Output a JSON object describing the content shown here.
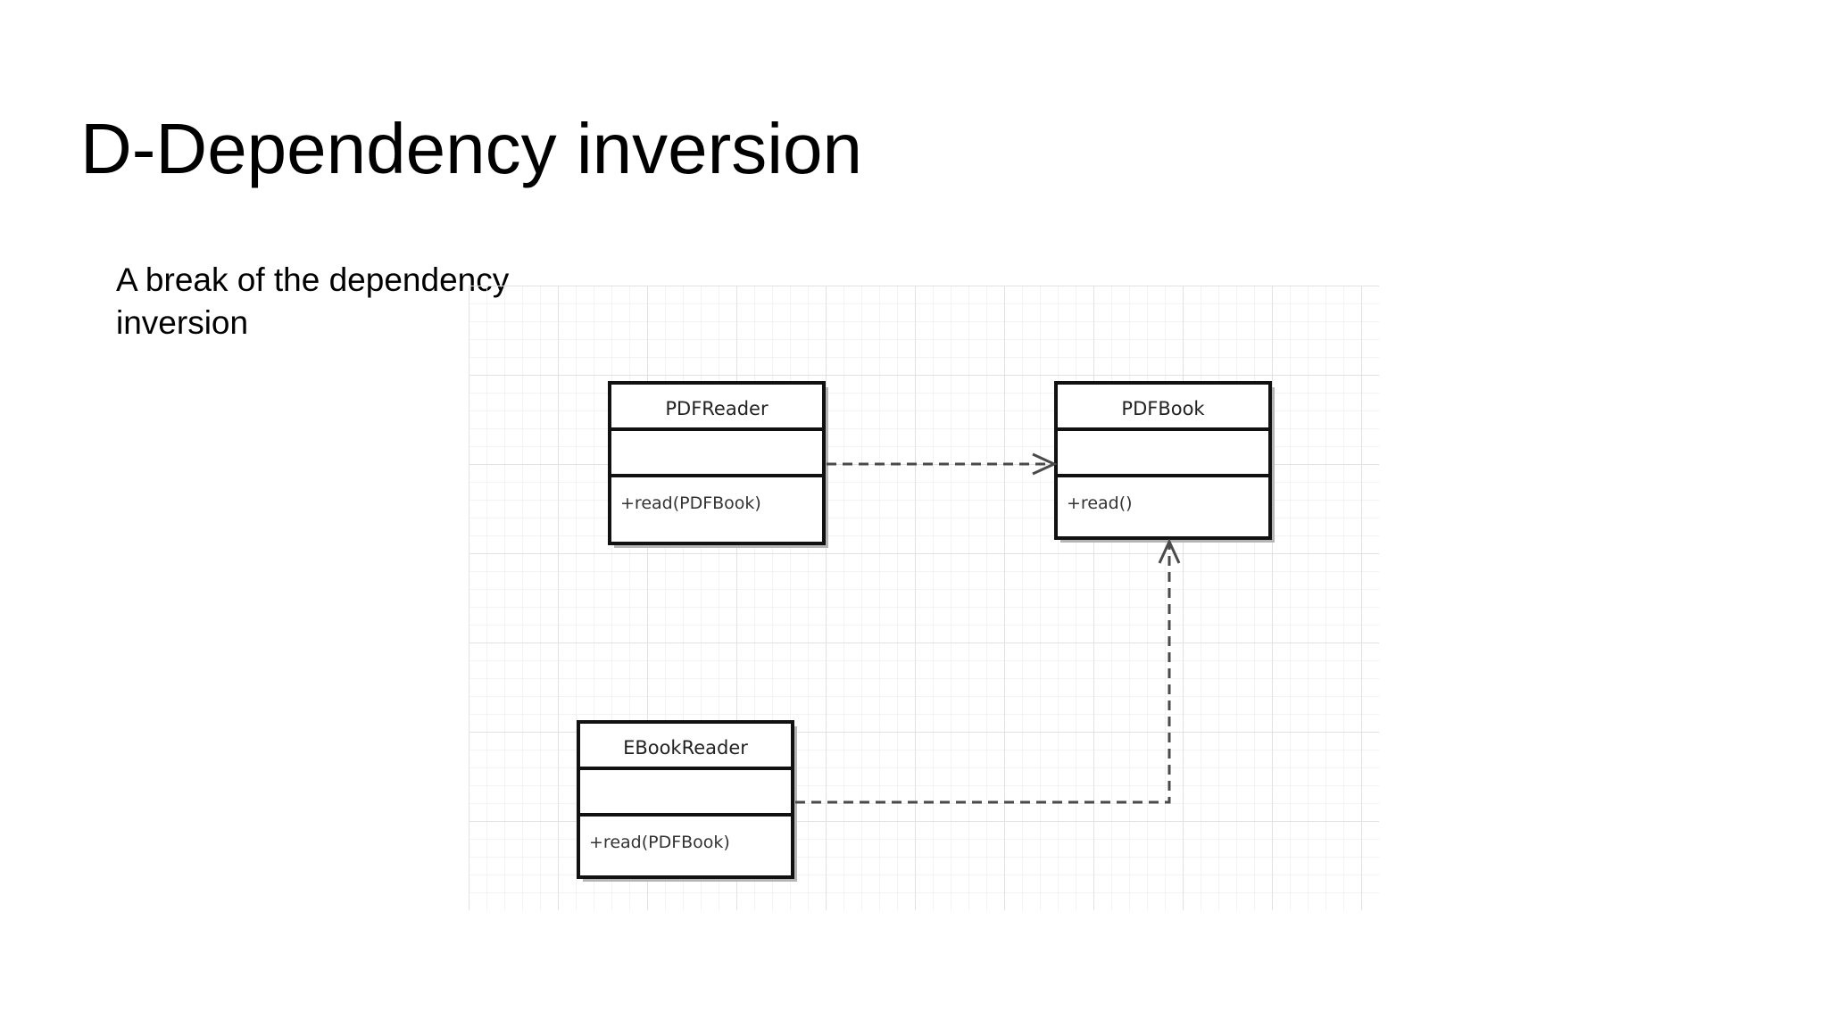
{
  "slide": {
    "title": "D-Dependency inversion",
    "subtitle": "A break of the dependency inversion"
  },
  "diagram": {
    "classes": [
      {
        "id": "pdfreader",
        "name": "PDFReader",
        "method": "+read(PDFBook)"
      },
      {
        "id": "pdfbook",
        "name": "PDFBook",
        "method": "+read()"
      },
      {
        "id": "ebookreader",
        "name": "EBookReader",
        "method": "+read(PDFBook)"
      }
    ],
    "dependencies": [
      {
        "from": "PDFReader",
        "to": "PDFBook",
        "style": "dashed-open-arrow"
      },
      {
        "from": "EBookReader",
        "to": "PDFBook",
        "style": "dashed-open-arrow"
      }
    ],
    "colors": {
      "grid": "#e9e9e9",
      "box_stroke": "#111111",
      "box_shadow": "#b5b5b5",
      "connector": "#4a4a4a",
      "text": "#222222"
    }
  }
}
